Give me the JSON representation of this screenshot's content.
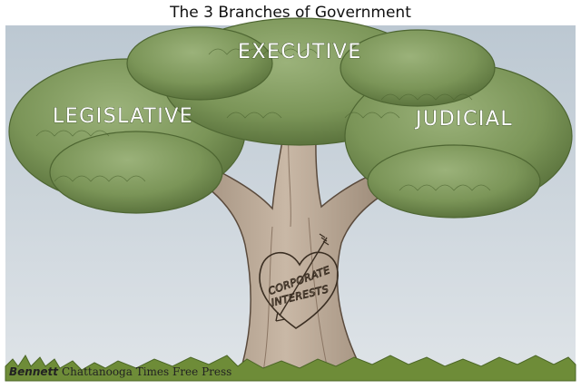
{
  "title": "The 3 Branches of Government",
  "branches": {
    "left": "LEGISLATIVE",
    "center": "EXECUTIVE",
    "right": "JUDICIAL"
  },
  "heart_carving": {
    "line1": "CORPORATE",
    "line2": "INTERESTS"
  },
  "signature": {
    "artist": "Bennett",
    "publication": "Chattanooga Times Free Press"
  },
  "colors": {
    "sky": "#c6d0d9",
    "foliage": "#7f9a5e",
    "foliage_dark": "#5d7640",
    "trunk": "#b8a593",
    "grass": "#6e8c38"
  }
}
